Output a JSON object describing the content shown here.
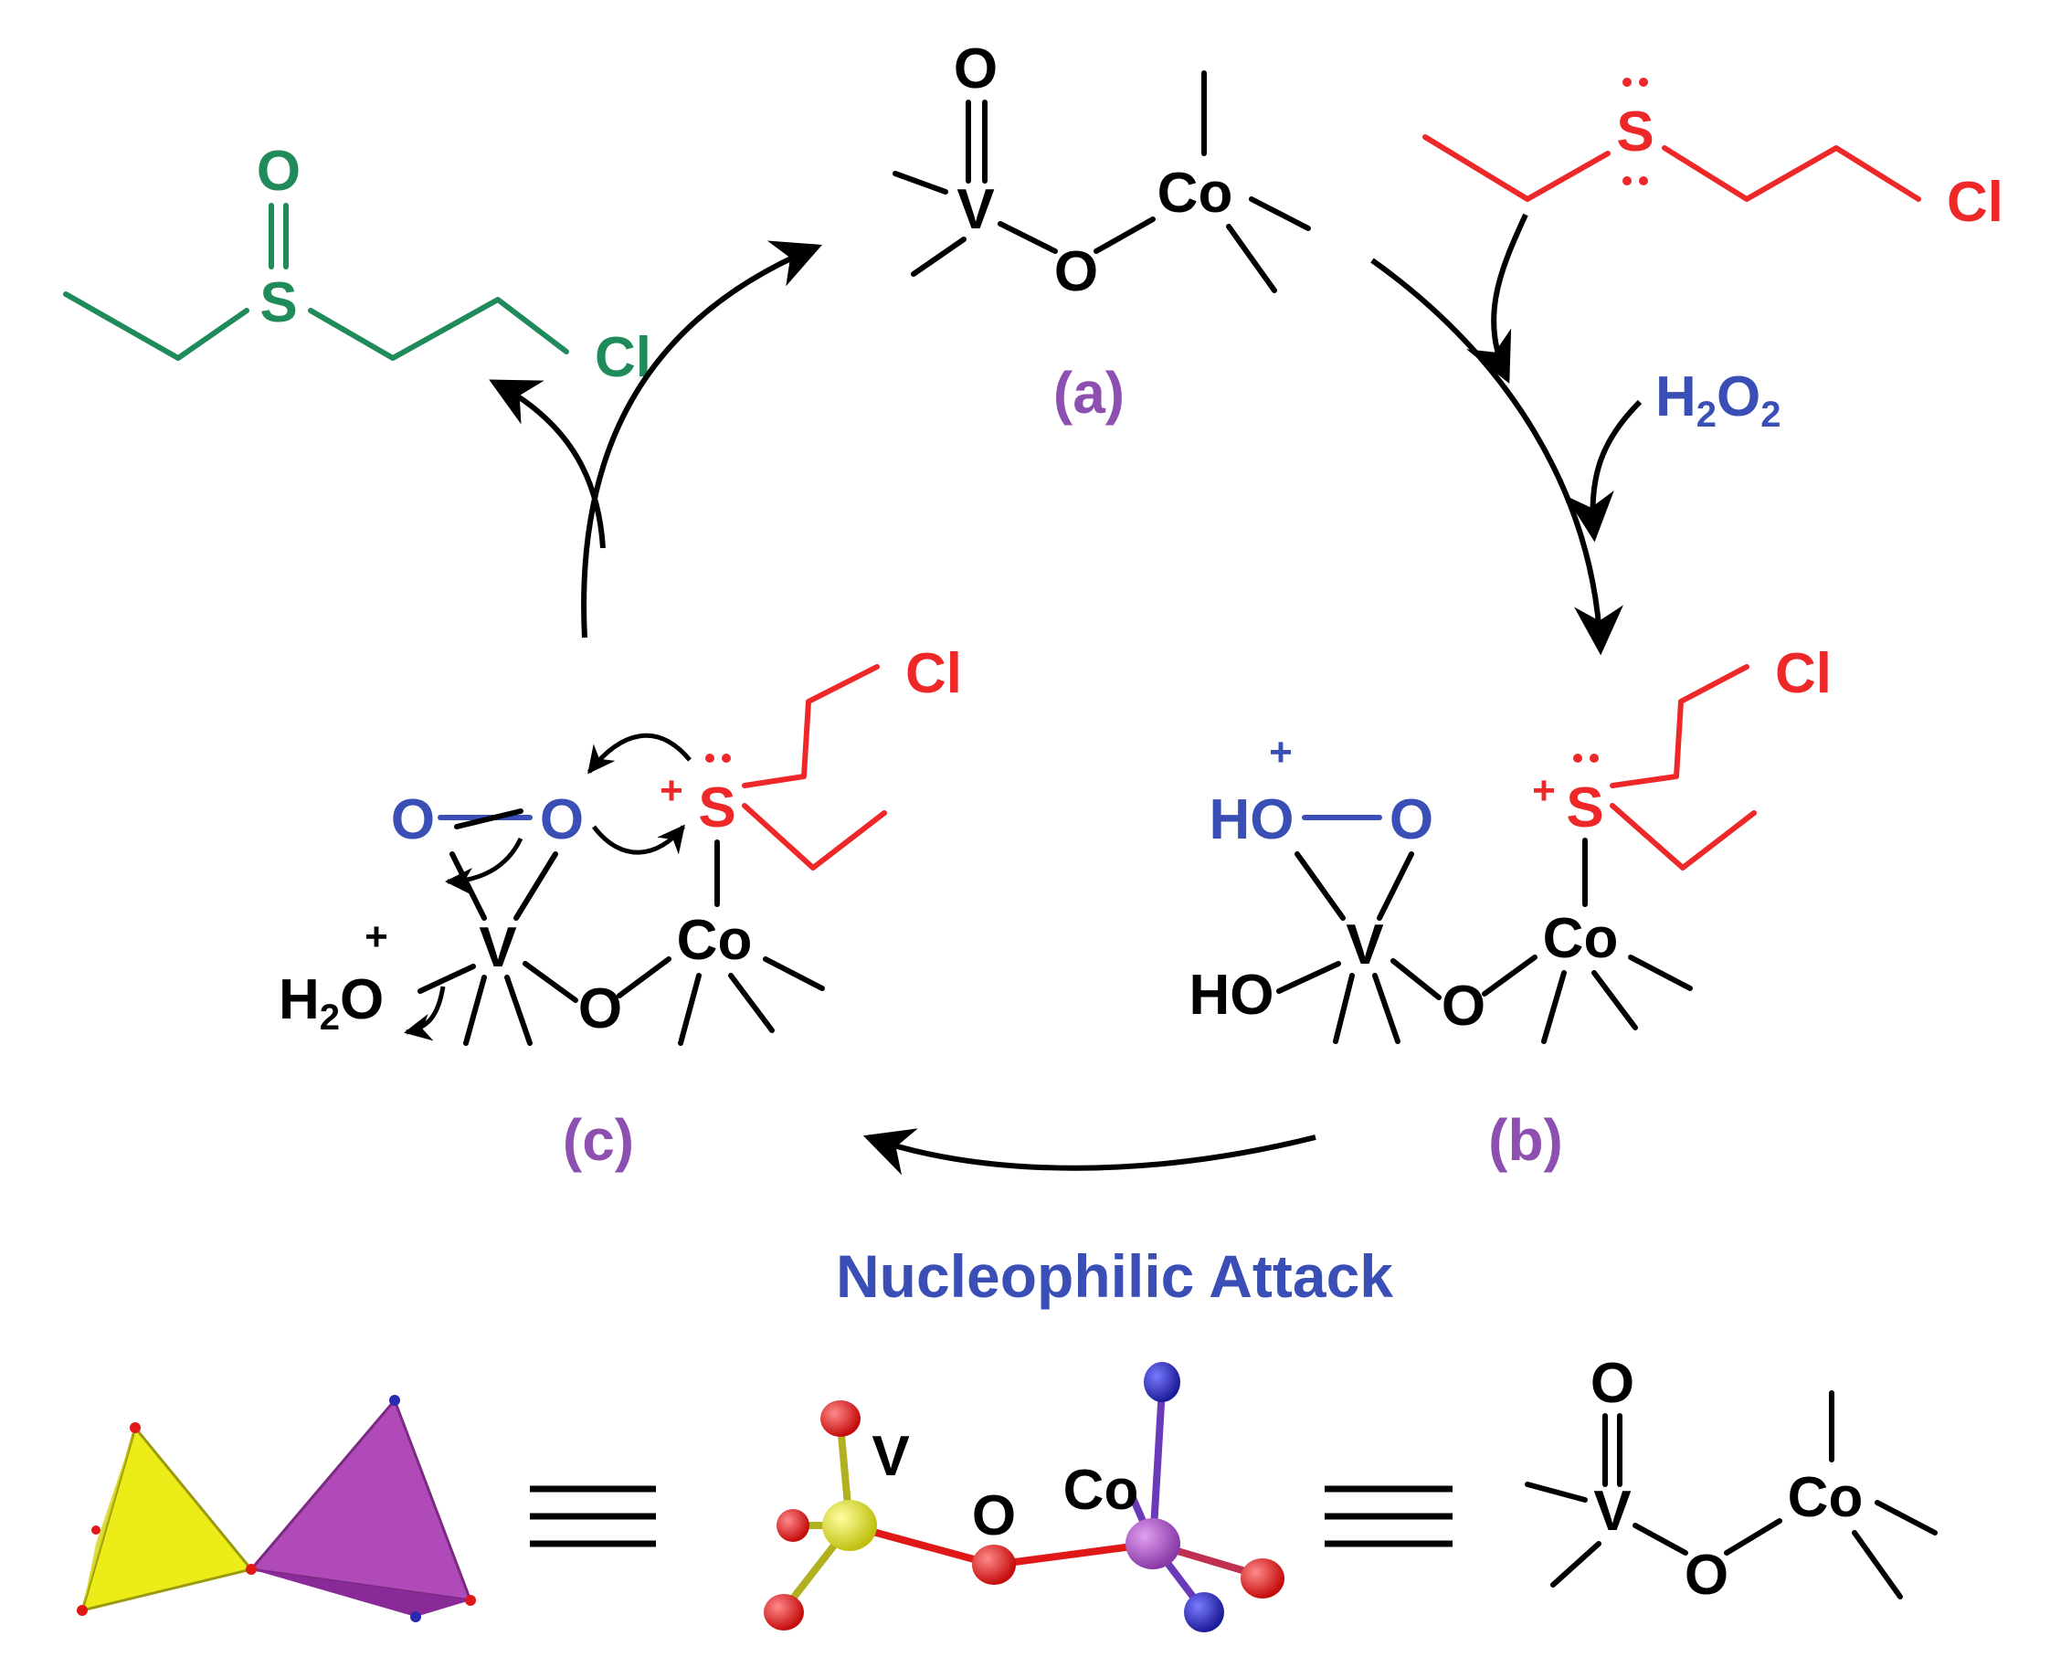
{
  "colors": {
    "black": "#000000",
    "sulfoxide_green": "#1f8a5a",
    "sulfide_red": "#ee2828",
    "peroxo_blue": "#3a4fb5",
    "label_purple": "#8e50b0",
    "v_polyhedron_yellow": "#ecec18",
    "co_polyhedron_purple": "#b04ab8",
    "ball_red": "#e01818",
    "ball_blue": "#2a2ab0",
    "ball_yellow": "#e0e020",
    "ball_purple": "#a050c0"
  },
  "species": {
    "a": {
      "label": "(a)",
      "v": "V",
      "co": "Co",
      "o_oxo": "O",
      "o_bridge": "O"
    },
    "b": {
      "label": "(b)",
      "ho_plus": "HO",
      "plus": "+",
      "o_peroxo": "O",
      "ho": "HO",
      "v": "V",
      "o_bridge": "O",
      "co": "Co",
      "s": "S",
      "s_plus": "+",
      "cl": "Cl"
    },
    "c": {
      "label": "(c)",
      "o1": "O",
      "o2": "O",
      "h2o_h": "H",
      "h2o_sub": "2",
      "h2o_o": "O",
      "plus": "+",
      "v": "V",
      "o_bridge": "O",
      "co": "Co",
      "s": "S",
      "s_plus": "+",
      "cl": "Cl"
    }
  },
  "reagents": {
    "sulfide": {
      "s": "S",
      "cl": "Cl"
    },
    "h2o2": {
      "h": "H",
      "sub1": "2",
      "o": "O",
      "sub2": "2"
    },
    "sulfoxide": {
      "o": "O",
      "s": "S",
      "cl": "Cl"
    }
  },
  "step_label": "Nucleophilic Attack",
  "bottom_row": {
    "ball_v": "V",
    "ball_o": "O",
    "ball_co": "Co",
    "equiv_symbol": "≡",
    "struct_o_oxo": "O",
    "struct_v": "V",
    "struct_o": "O",
    "struct_co": "Co"
  }
}
